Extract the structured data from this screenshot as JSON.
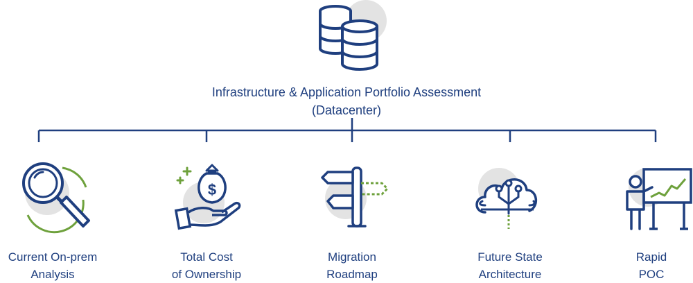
{
  "root": {
    "title_line1": "Infrastructure & Application Portfolio Assessment",
    "title_line2": "(Datacenter)",
    "icon": "database-icon"
  },
  "branches": [
    {
      "line1": "Current On-prem",
      "line2": "Analysis",
      "icon": "magnifier-icon"
    },
    {
      "line1": "Total Cost",
      "line2": "of Ownership",
      "icon": "money-bag-hand-icon"
    },
    {
      "line1": "Migration",
      "line2": "Roadmap",
      "icon": "signpost-icon"
    },
    {
      "line1": "Future State",
      "line2": "Architecture",
      "icon": "cloud-circuit-icon"
    },
    {
      "line1": "Rapid",
      "line2": "POC",
      "icon": "presentation-chart-icon"
    }
  ],
  "colors": {
    "primary": "#1f3f7f",
    "accent_green": "#6ea13c",
    "soft_gray": "#e3e3e3"
  }
}
